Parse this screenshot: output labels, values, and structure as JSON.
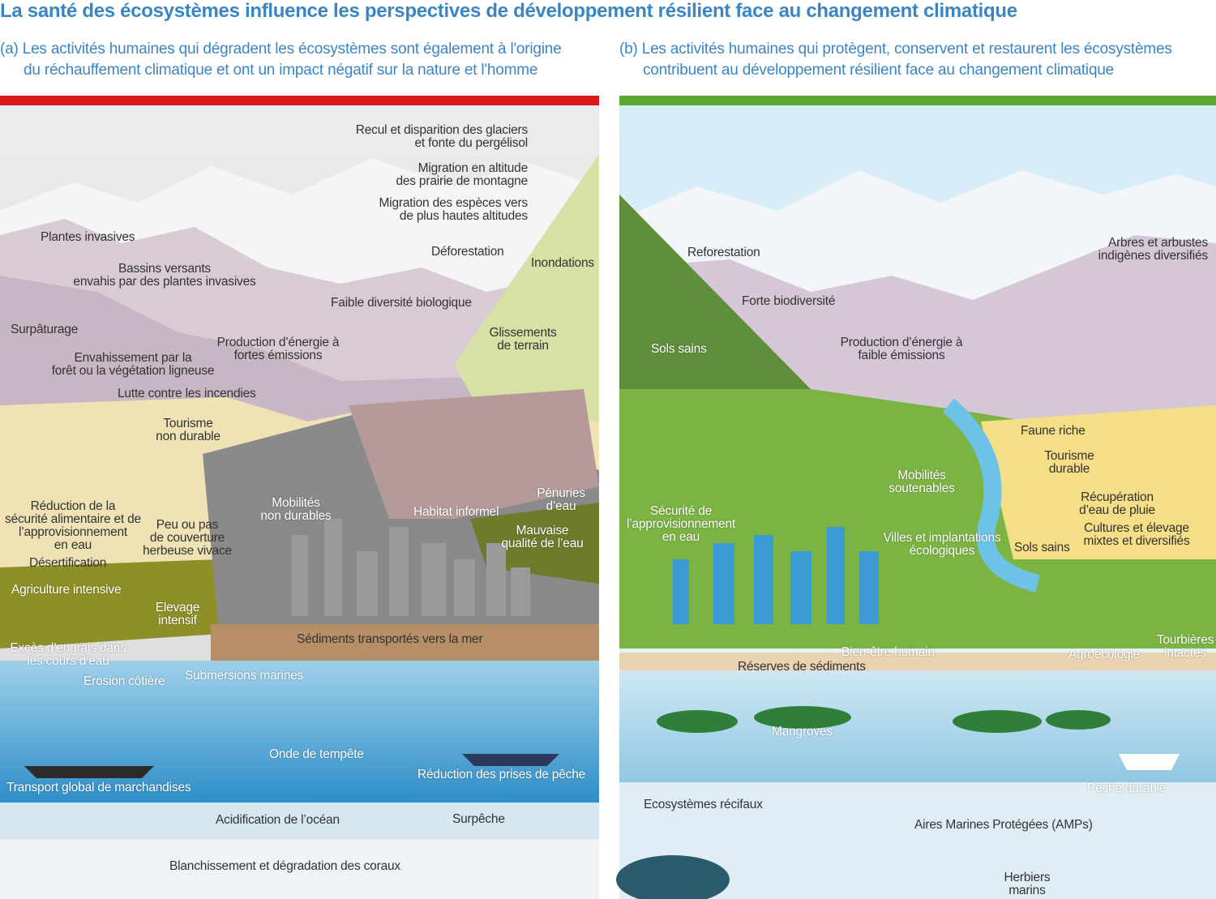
{
  "title": "La santé des écosystèmes influence les perspectives de développement résilient face au changement climatique",
  "colors": {
    "title": "#3a86c4",
    "bar_a": "#d7191c",
    "bar_b": "#5aa832"
  },
  "panel_a": {
    "subtitle_line1": "(a) Les activités humaines qui dégradent les écosystèmes sont également à l'origine",
    "subtitle_line2": "du réchauffement climatique et ont un impact négatif sur la nature et l'homme",
    "labels": [
      "Recul et disparition des glaciers\net fonte du pergélisol",
      "Migration en altitude\ndes prairie de montagne",
      "Migration des espèces vers\nde plus hautes altitudes",
      "Plantes invasives",
      "Bassins versants\nenvahis par des plantes invasives",
      "Déforestation",
      "Inondations",
      "Surpâturage",
      "Faible diversité biologique",
      "Production d’énergie à\nfortes émissions",
      "Glissements\nde terrain",
      "Envahissement par la\nforêt ou la végétation ligneuse",
      "Lutte contre les incendies",
      "Tourisme\nnon durable",
      "Mobilités\nnon durables",
      "Habitat informel",
      "Pénuries\nd’eau",
      "Réduction de la\nsécurité alimentaire et de\nl’approvisionnement\nen eau",
      "Peu ou pas\nde couverture\nherbeuse vivace",
      "Mauvaise\nqualité de l’eau",
      "Désertification",
      "Agriculture intensive",
      "Elevage\nintensif",
      "Sédiments transportés vers la mer",
      "Excès d’engrais dans\nles cours d’eau",
      "Erosion côtière",
      "Submersions marines",
      "Onde de tempête",
      "Réduction des prises de pêche",
      "Transport global de marchandises",
      "Acidification de l’océan",
      "Surpêche",
      "Blanchissement et dégradation des coraux"
    ]
  },
  "panel_b": {
    "subtitle_line1": "(b) Les activités humaines qui protègent, conservent et restaurent les écosystèmes",
    "subtitle_line2": "contribuent au développement résilient face au changement climatique",
    "labels": [
      "Reforestation",
      "Arbres et arbustes\nindigènes diversifiés",
      "Forte biodiversité",
      "Sols sains",
      "Production d’énergie à\nfaible émissions",
      "Faune riche",
      "Tourisme\ndurable",
      "Mobilités\nsoutenables",
      "Récupération\nd’eau de pluie",
      "Sécurité de\nl’approvisionnement\nen eau",
      "Villes et implantations\nécologiques",
      "Cultures et élevage\nmixtes et diversifiés",
      "Sols sains",
      "Bien-être humain",
      "Agroécologie",
      "Tourbières\nintactes",
      "Réserves de sédiments",
      "Mangroves",
      "Pêche durable",
      "Ecosystèmes récifaux",
      "Aires Marines Protégées (AMPs)",
      "Herbiers\nmarins"
    ]
  }
}
